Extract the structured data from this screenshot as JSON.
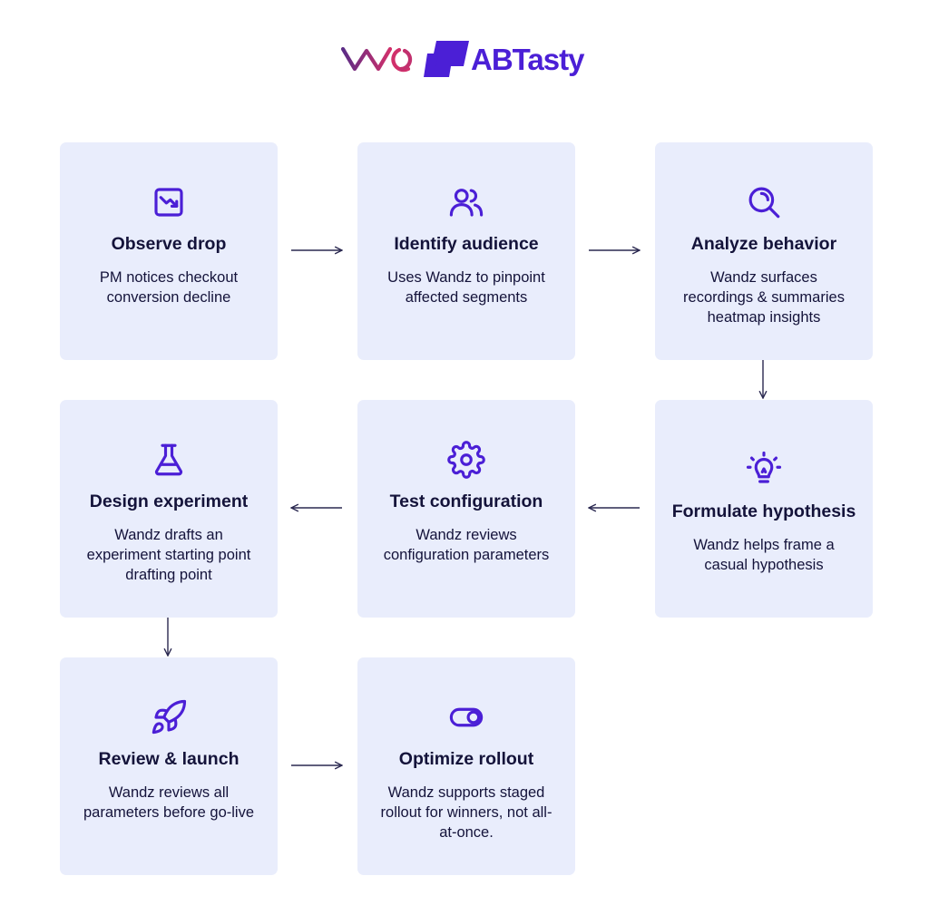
{
  "header": {
    "logo_vwo": "VWO",
    "logo_abtasty": "ABTasty"
  },
  "colors": {
    "card_bg": "#e9edfc",
    "icon": "#4b1fd6",
    "text": "#14133a",
    "arrow": "#2a2850",
    "vwo_gradient_start": "#5b2c86",
    "vwo_gradient_end": "#d1306b"
  },
  "steps": [
    {
      "icon": "chart-decline-icon",
      "title": "Observe drop",
      "desc": "PM notices checkout conversion decline"
    },
    {
      "icon": "users-icon",
      "title": "Identify audience",
      "desc": "Uses Wandz to pinpoint affected segments"
    },
    {
      "icon": "magnifier-icon",
      "title": "Analyze behavior",
      "desc": "Wandz surfaces recordings & summaries heatmap insights"
    },
    {
      "icon": "lightbulb-icon",
      "title": "Formulate hypothesis",
      "desc": "Wandz helps frame a casual hypothesis"
    },
    {
      "icon": "gear-icon",
      "title": "Test configuration",
      "desc": "Wandz reviews configuration parameters"
    },
    {
      "icon": "flask-icon",
      "title": "Design experiment",
      "desc": "Wandz drafts an experiment starting point drafting point"
    },
    {
      "icon": "rocket-icon",
      "title": "Review & launch",
      "desc": "Wandz reviews all parameters before go-live"
    },
    {
      "icon": "toggle-icon",
      "title": "Optimize rollout",
      "desc": "Wandz supports staged rollout for winners, not all-at-once."
    }
  ]
}
